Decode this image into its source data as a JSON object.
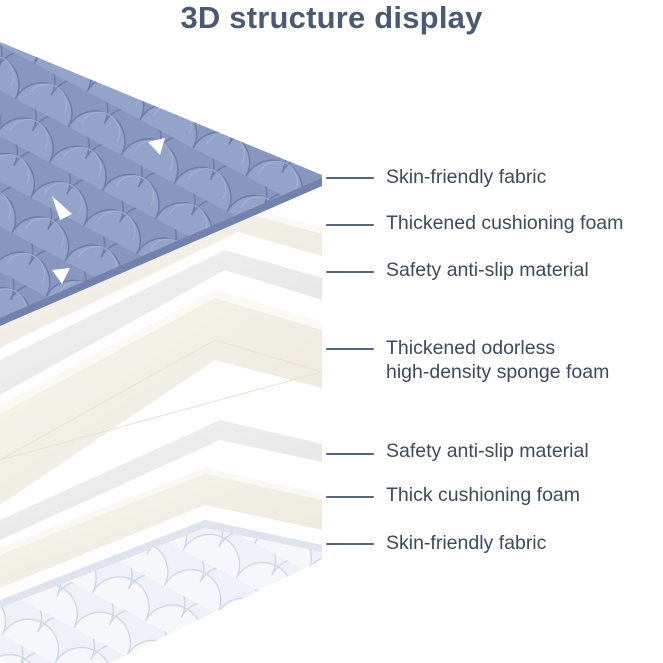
{
  "title": "3D structure display",
  "colors": {
    "fabric_blue": "#8797c0",
    "fabric_white": "#eef1f8",
    "foam": "#f4f1e9",
    "sheet": "#ececec",
    "title": "#4b5a70",
    "label": "#3d4a5c"
  },
  "layers": [
    {
      "label": "Skin-friendly fabric"
    },
    {
      "label": "Thickened cushioning foam"
    },
    {
      "label": "Safety anti-slip material"
    },
    {
      "label_line1": "Thickened odorless",
      "label_line2": "high-density sponge foam"
    },
    {
      "label": "Safety anti-slip material"
    },
    {
      "label": "Thick cushioning foam"
    },
    {
      "label": "Skin-friendly fabric"
    }
  ]
}
